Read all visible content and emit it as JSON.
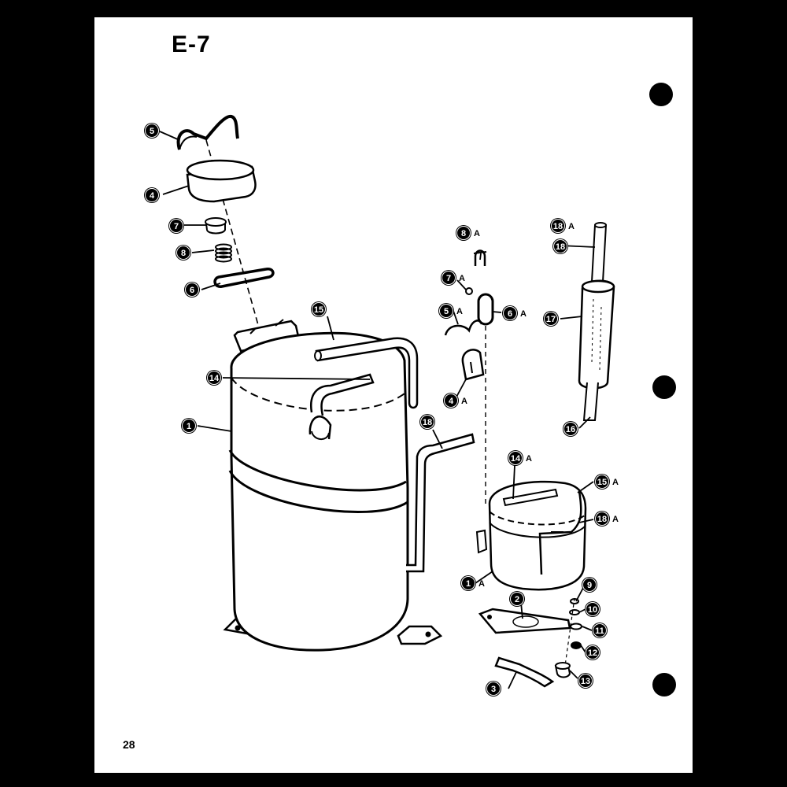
{
  "page": {
    "title": "E-7",
    "page_number": "28"
  },
  "callouts": [
    {
      "id": "c1",
      "num": "1",
      "suffix": ""
    },
    {
      "id": "c2",
      "num": "2",
      "suffix": ""
    },
    {
      "id": "c3",
      "num": "3",
      "suffix": ""
    },
    {
      "id": "c4",
      "num": "4",
      "suffix": ""
    },
    {
      "id": "c5",
      "num": "5",
      "suffix": ""
    },
    {
      "id": "c6",
      "num": "6",
      "suffix": ""
    },
    {
      "id": "c7",
      "num": "7",
      "suffix": ""
    },
    {
      "id": "c8",
      "num": "8",
      "suffix": ""
    },
    {
      "id": "c9",
      "num": "9",
      "suffix": ""
    },
    {
      "id": "c10",
      "num": "10",
      "suffix": ""
    },
    {
      "id": "c11",
      "num": "11",
      "suffix": ""
    },
    {
      "id": "c12",
      "num": "12",
      "suffix": ""
    },
    {
      "id": "c13",
      "num": "13",
      "suffix": ""
    },
    {
      "id": "c14",
      "num": "14",
      "suffix": ""
    },
    {
      "id": "c15",
      "num": "15",
      "suffix": ""
    },
    {
      "id": "c16",
      "num": "16",
      "suffix": ""
    },
    {
      "id": "c17",
      "num": "17",
      "suffix": ""
    },
    {
      "id": "c18",
      "num": "18",
      "suffix": ""
    },
    {
      "id": "c1A",
      "num": "1",
      "suffix": "A"
    },
    {
      "id": "c4A",
      "num": "4",
      "suffix": "A"
    },
    {
      "id": "c5A",
      "num": "5",
      "suffix": "A"
    },
    {
      "id": "c6A",
      "num": "6",
      "suffix": "A"
    },
    {
      "id": "c7A",
      "num": "7",
      "suffix": "A"
    },
    {
      "id": "c8A",
      "num": "8",
      "suffix": "A"
    },
    {
      "id": "c14A",
      "num": "14",
      "suffix": "A"
    },
    {
      "id": "c15A",
      "num": "15",
      "suffix": "A"
    },
    {
      "id": "c18A",
      "num": "18",
      "suffix": "A"
    },
    {
      "id": "c18A2",
      "num": "18",
      "suffix": "A"
    }
  ]
}
